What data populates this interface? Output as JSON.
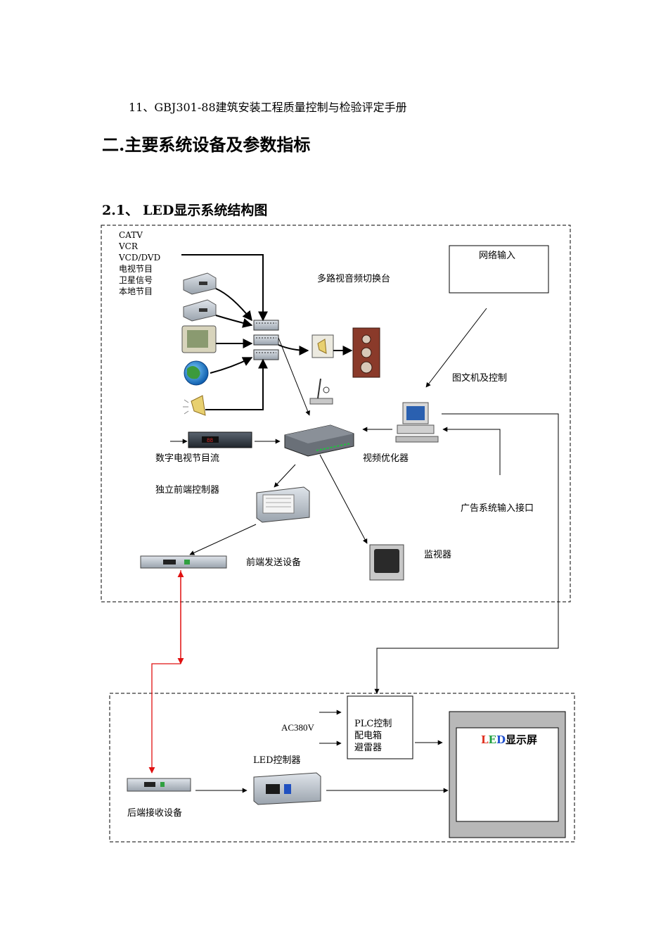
{
  "reference_item": "11、GBJ301-88建筑安装工程质量控制与检验评定手册",
  "section_heading": "二.主要系统设备及参数指标",
  "subsection": {
    "number": "2.1、",
    "title": "LED显示系统结构图"
  },
  "diagram": {
    "sources": [
      "CATV",
      "VCR",
      "VCD/DVD",
      "电视节目",
      "卫星信号",
      "本地节目"
    ],
    "labels": {
      "network_input": "网络输入",
      "av_switcher": "多路视音频切换台",
      "graphics_pc": "图文机及控制",
      "digital_tv": "数字电视节目流",
      "video_optimizer": "视频优化器",
      "standalone_controller": "独立前端控制器",
      "ad_input": "广告系统输入接口",
      "front_transmitter": "前端发送设备",
      "monitor": "监视器",
      "ac_power": "AC380V",
      "plc_lines": [
        "PLC控制",
        "配电箱",
        "避雷器"
      ],
      "led_controller": "LED控制器",
      "rear_receiver": "后端接收设备",
      "led_screen_prefix": [
        "L",
        "E",
        "D"
      ],
      "led_screen_suffix": "显示屏"
    },
    "colors": {
      "fiber_link": "#e01010",
      "led_L": "#e03020",
      "led_E": "#20a040",
      "led_D": "#2050d0",
      "screen_frame": "#b8b8b8"
    }
  }
}
